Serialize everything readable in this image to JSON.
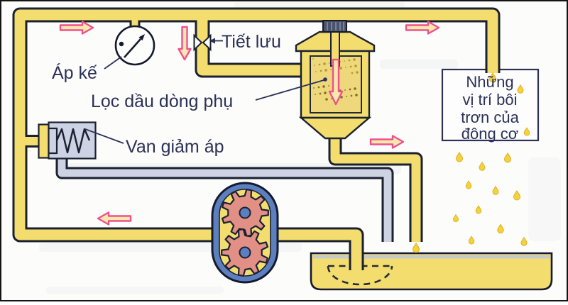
{
  "diagram": {
    "labels": {
      "pressure_gauge": "Áp kế",
      "throttle": "Tiết lưu",
      "bypass_filter": "Lọc dầu dòng phụ",
      "relief_valve": "Van giảm áp"
    },
    "lubrication_box": {
      "lines": [
        "Những",
        "vị trí bôi",
        "trơn của",
        "động cơ"
      ]
    },
    "flow_arrows": [
      {
        "direction": "right",
        "location": "top-left-pipe"
      },
      {
        "direction": "down",
        "location": "before-throttle"
      },
      {
        "direction": "right",
        "location": "top-right-pipe"
      },
      {
        "direction": "down",
        "location": "inside-filter"
      },
      {
        "direction": "right",
        "location": "filter-outlet"
      },
      {
        "direction": "left",
        "location": "bottom-return-pipe"
      }
    ],
    "icons": {
      "flow_arrow": "double-line pink flow arrow",
      "oil_drop": "yellow teardrop",
      "gear": "9-tooth pump gear",
      "spring": "zigzag relief spring",
      "strainer": "dashed suction strainer"
    },
    "colors": {
      "oil_pipe": "#f3dd6e",
      "outline": "#1b2130",
      "return_pipe": "#ced3e4",
      "arrow_stroke": "#ee5090",
      "arrow_fill": "#f6eaaa",
      "gear": "#e28f85",
      "pump_housing": "#5c80bf",
      "filter_media": "#eed87b",
      "valve_body": "#cdd3e4",
      "oil_drop": "#f5d13c",
      "label_text": "#2b3157"
    }
  }
}
